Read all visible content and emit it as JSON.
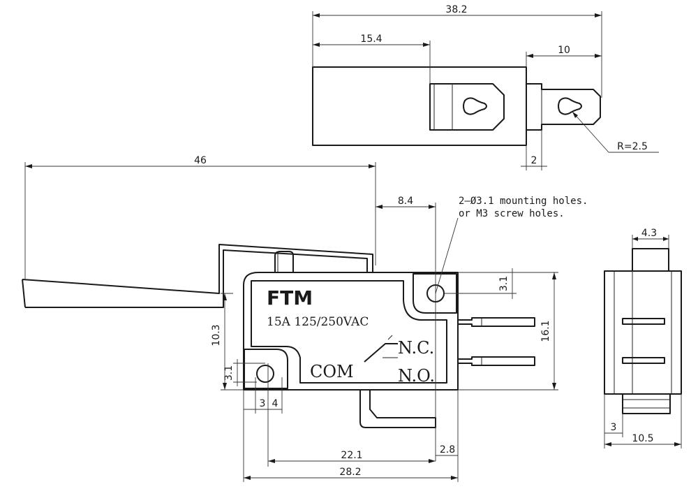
{
  "top_view": {
    "dims": {
      "overall_length": "38.2",
      "to_first_terminal": "15.4",
      "terminal_length": "10",
      "terminal_gap": "2",
      "radius": "R=2.5"
    }
  },
  "front_view": {
    "dims": {
      "lever_length": "46",
      "lever_offset": "8.4",
      "hole_top_offset": "3.1",
      "body_height": "16.1",
      "left_height": "10.3",
      "hole_bottom_offset": "3.1",
      "hole_x_a": "3",
      "hole_x_b": "4",
      "hole_spacing": "22.1",
      "right_margin": "2.8",
      "body_length": "28.2"
    },
    "note_line1": "2–Ø3.1 mounting holes.",
    "note_line2": "or M3 screw holes.",
    "brand": "FTM",
    "rating": "15A 125/250VAC",
    "terminal_nc": "N.C.",
    "terminal_com": "COM",
    "terminal_no": "N.O."
  },
  "side_view": {
    "dims": {
      "top_width": "4.3",
      "bottom_offset": "3",
      "overall_width": "10.5"
    }
  }
}
